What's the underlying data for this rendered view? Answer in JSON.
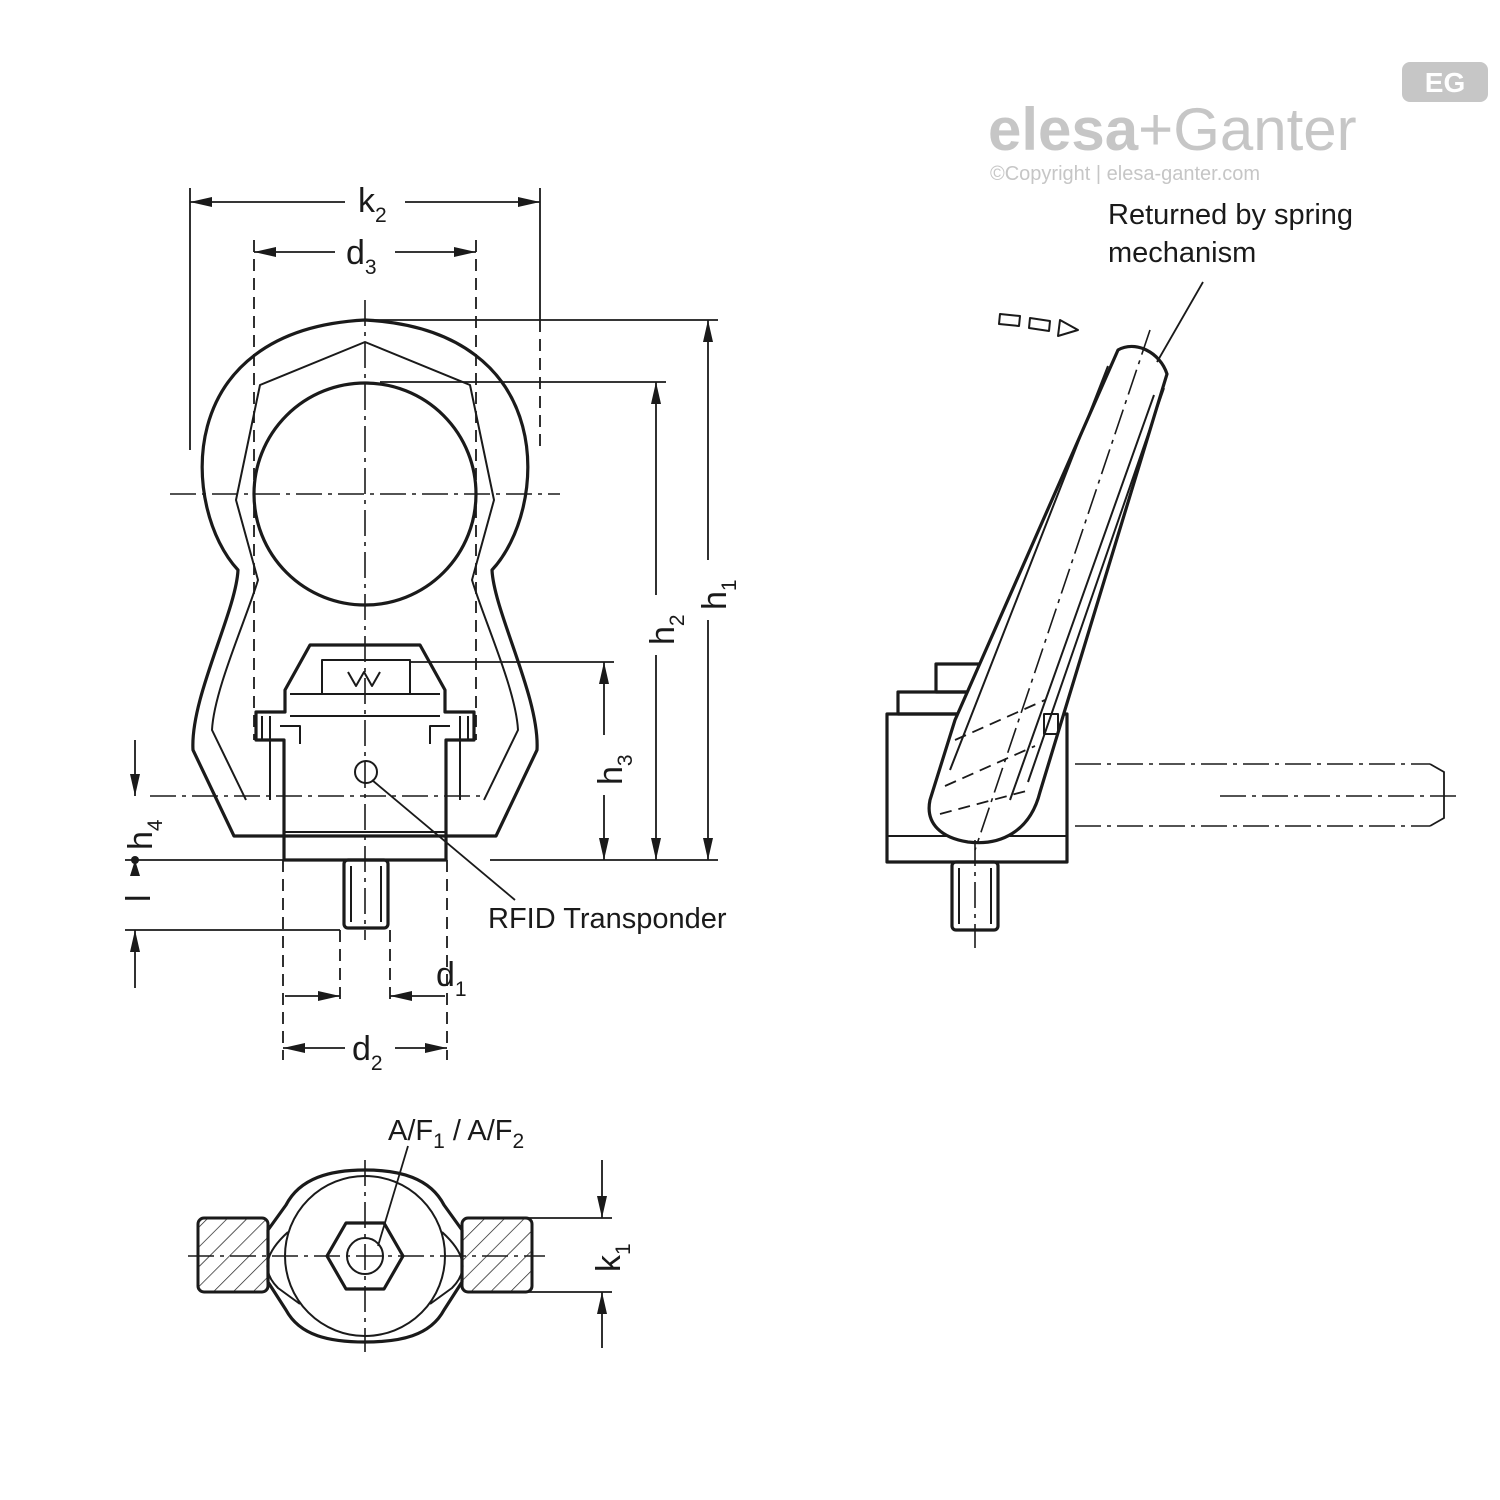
{
  "brand": {
    "badge": "EG",
    "logo_part1": "elesa",
    "logo_plus": "+",
    "logo_part2": "Ganter",
    "copyright": "©Copyright | elesa-ganter.com"
  },
  "labels": {
    "k2": {
      "main": "k",
      "sub": "2"
    },
    "d3": {
      "main": "d",
      "sub": "3"
    },
    "h1": {
      "main": "h",
      "sub": "1"
    },
    "h2": {
      "main": "h",
      "sub": "2"
    },
    "h3": {
      "main": "h",
      "sub": "3"
    },
    "h4": {
      "main": "h",
      "sub": "4"
    },
    "l": {
      "main": "l"
    },
    "d1": {
      "main": "d",
      "sub": "1"
    },
    "d2": {
      "main": "d",
      "sub": "2"
    },
    "k1": {
      "main": "k",
      "sub": "1"
    },
    "af": {
      "a": "A/F",
      "a_sub": "1",
      "sep": " / A/F",
      "b_sub": "2"
    }
  },
  "notes": {
    "rfid": "RFID Transponder",
    "spring_line1": "Returned by spring",
    "spring_line2": "mechanism"
  },
  "colors": {
    "line": "#1a1a1a",
    "watermark": "#c6c6c6",
    "hatch_fill": "#ffffff"
  }
}
